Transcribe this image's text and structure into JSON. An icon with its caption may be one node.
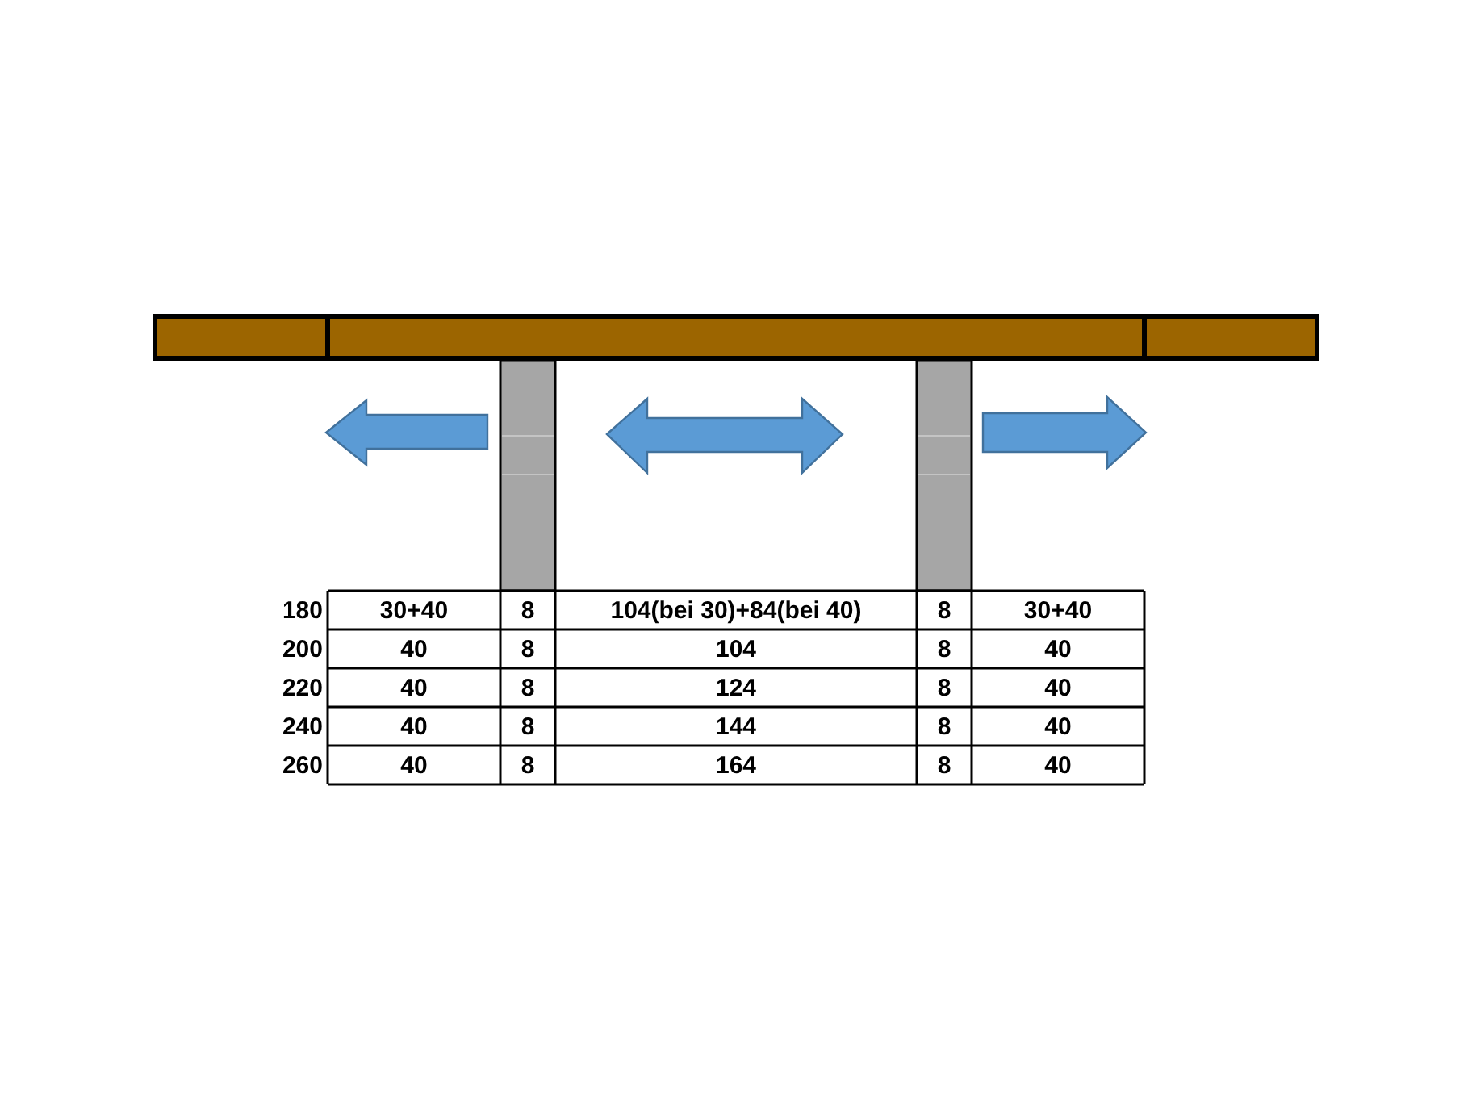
{
  "diagram": {
    "labels": [
      "180",
      "30+40",
      "8",
      "104(bei 30)+84(bei 40)",
      "8",
      "30+40",
      "200",
      "40",
      "8",
      "104",
      "8",
      "40",
      "220",
      "40",
      "8",
      "124",
      "8",
      "40",
      "240",
      "40",
      "8",
      "144",
      "8",
      "40",
      "260",
      "40",
      "8",
      "164",
      "8",
      "40"
    ]
  }
}
